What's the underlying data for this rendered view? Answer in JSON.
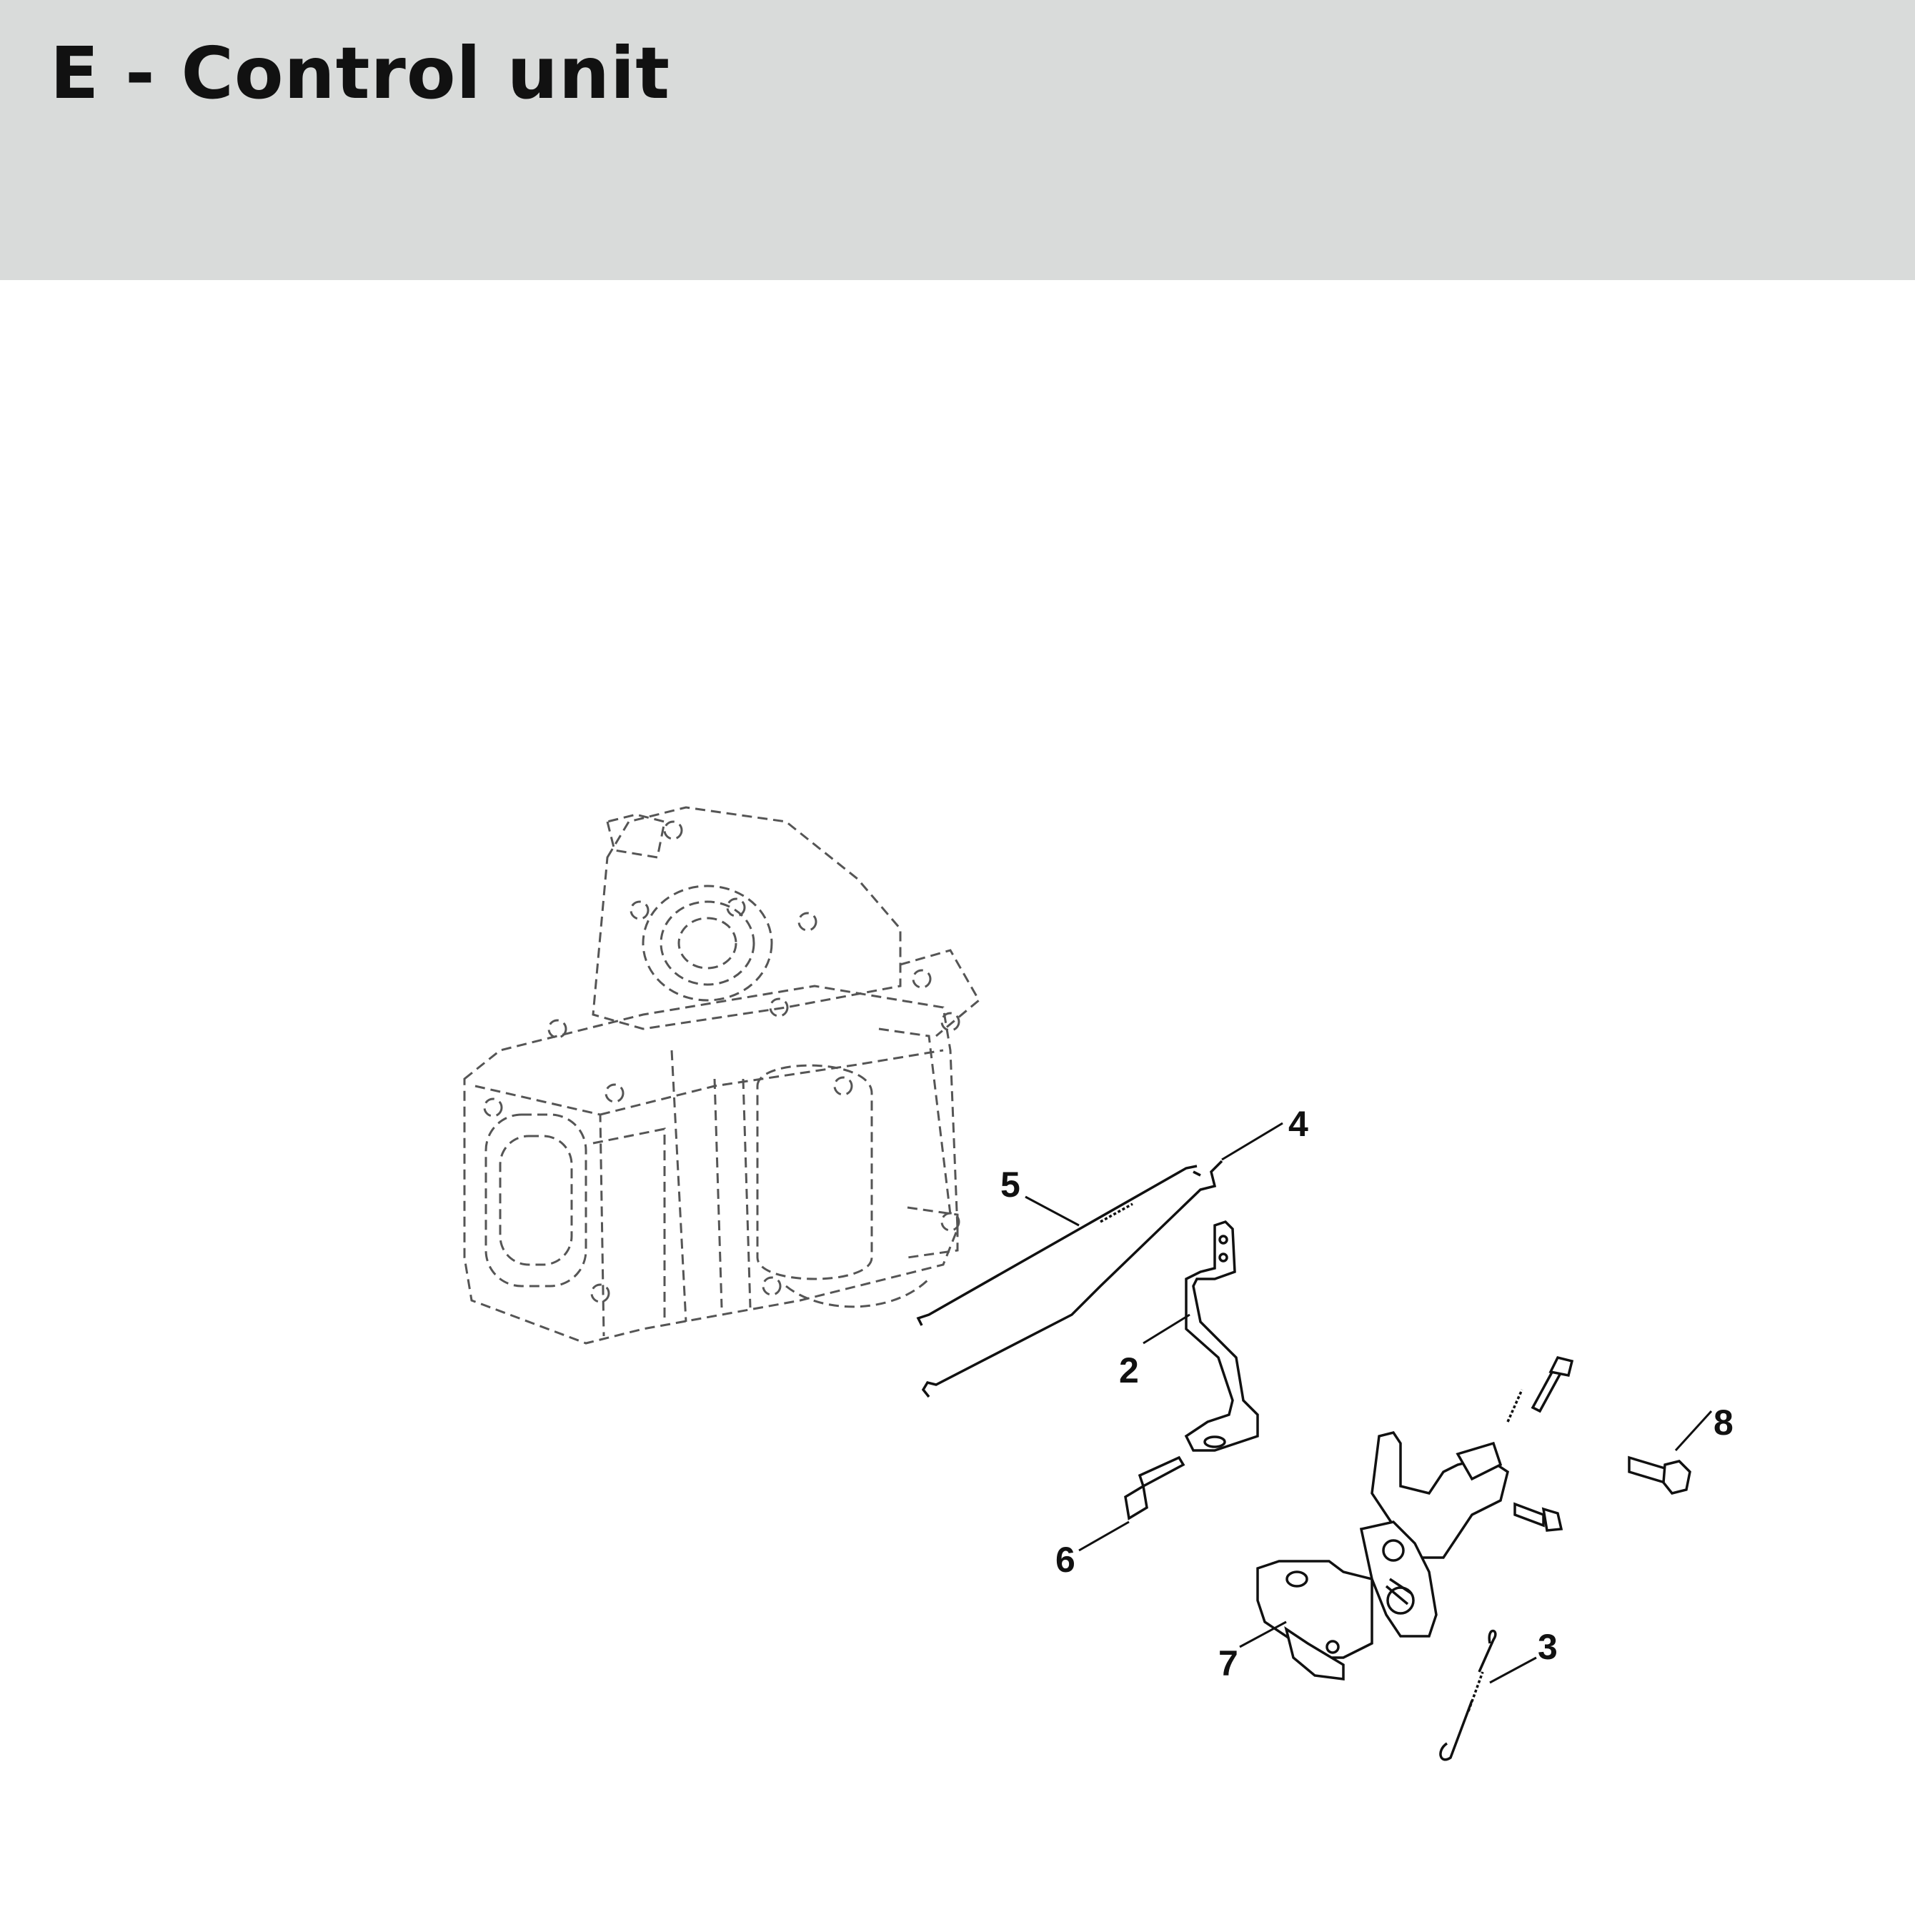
{
  "header": {
    "title": "E - Control unit"
  },
  "colors": {
    "header_band": "#d9dbda",
    "ink": "#111111"
  },
  "callouts": [
    {
      "id": "2",
      "label": "2"
    },
    {
      "id": "3",
      "label": "3"
    },
    {
      "id": "4",
      "label": "4"
    },
    {
      "id": "5",
      "label": "5"
    },
    {
      "id": "6",
      "label": "6"
    },
    {
      "id": "7",
      "label": "7"
    },
    {
      "id": "8",
      "label": "8"
    }
  ]
}
